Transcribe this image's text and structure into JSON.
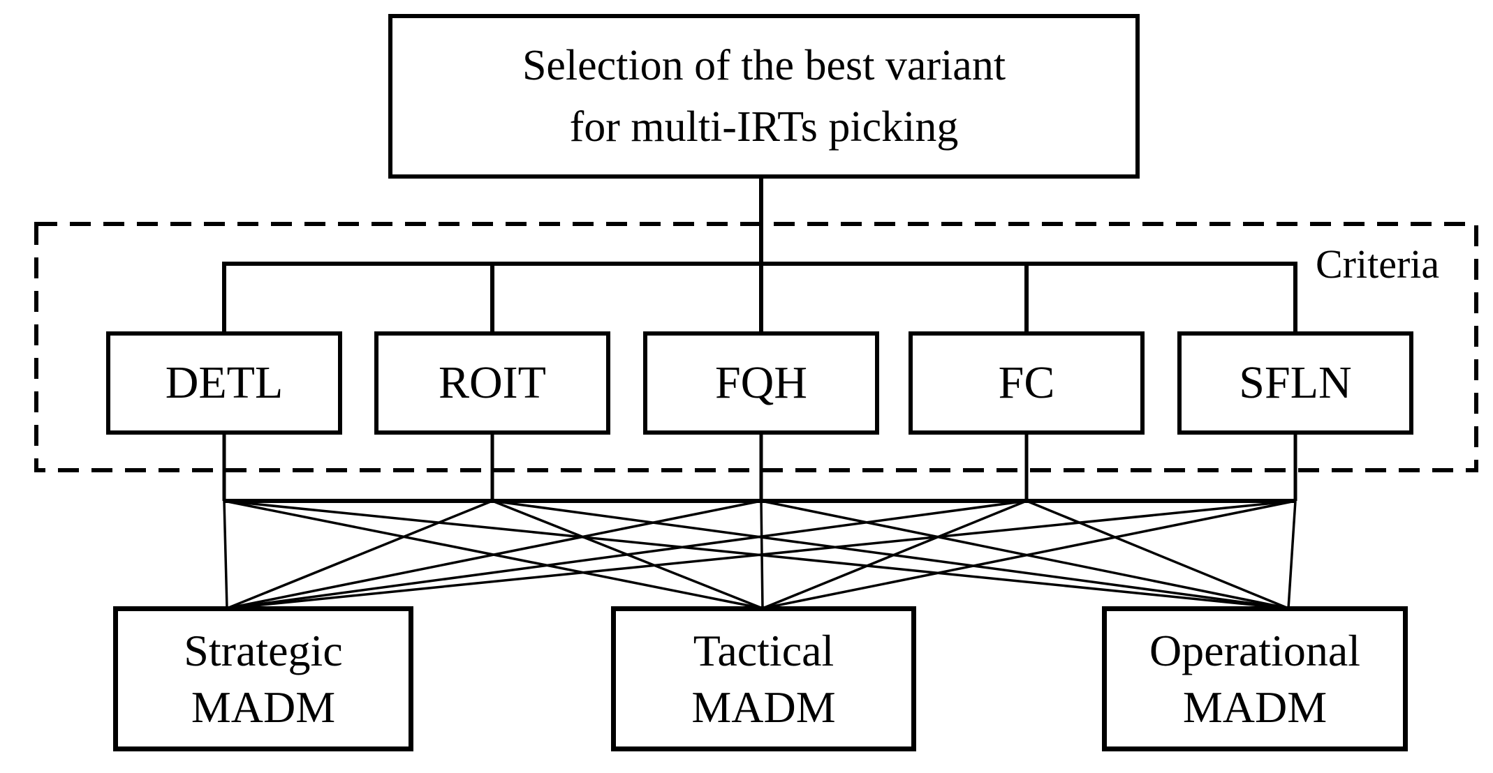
{
  "diagram": {
    "goal": {
      "label": "Selection of the best variant\nfor multi-IRTs picking"
    },
    "criteria_group": {
      "label": "Criteria"
    },
    "criteria": [
      {
        "id": "detl",
        "label": "DETL"
      },
      {
        "id": "roit",
        "label": "ROIT"
      },
      {
        "id": "fqh",
        "label": "FQH"
      },
      {
        "id": "fc",
        "label": "FC"
      },
      {
        "id": "sfln",
        "label": "SFLN"
      }
    ],
    "alternatives": [
      {
        "id": "strategic",
        "label": "Strategic\nMADM"
      },
      {
        "id": "tactical",
        "label": "Tactical\nMADM"
      },
      {
        "id": "operational",
        "label": "Operational\nMADM"
      }
    ],
    "colors": {
      "line": "#000000",
      "background": "#ffffff",
      "text": "#000000"
    }
  }
}
